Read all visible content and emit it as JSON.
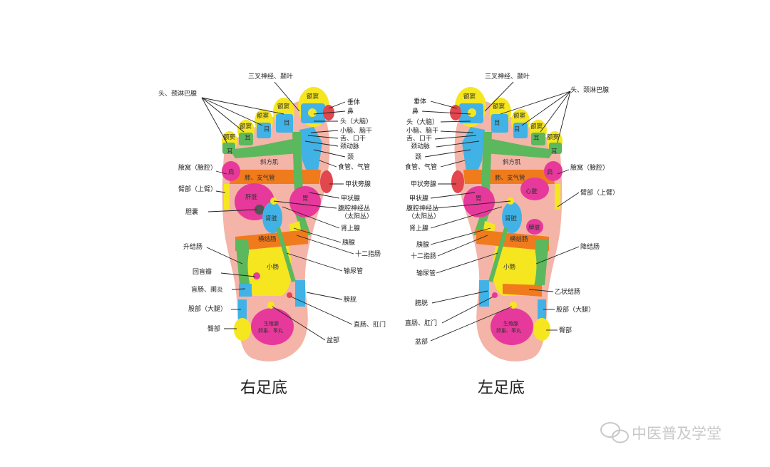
{
  "right_foot": {
    "caption": "右足底",
    "labels_left": {
      "head_lymph": "头、颈淋巴腺",
      "armpit": "腋窝（腋腔）",
      "upper_arm": "臂部（上臂）",
      "gallbladder": "胆囊",
      "ascending_colon": "升结肠",
      "ileocecal": "回盲瓣",
      "cecum": "盲肠、阑炎",
      "thigh": "股部（大腿）",
      "buttock": "臀部"
    },
    "labels_right": {
      "trigeminal": "三叉神经、颞叶",
      "pituitary": "垂体",
      "nose": "鼻",
      "head_brain": "头（大脑）",
      "cerebellum": "小脑、脑干",
      "tongue": "舌、口干",
      "carotid": "颈动脉",
      "neck": "颈",
      "esophagus": "食管、气管",
      "parathyroid": "甲状旁腺",
      "thyroid": "甲状腺",
      "celiac": "腹腔神经丛",
      "celiac_sub": "（太阳丛）",
      "adrenal": "肾上腺",
      "pancreas": "胰腺",
      "duodenum": "十二指肠",
      "ureter": "输尿管",
      "bladder": "膀胱",
      "rectum": "直肠、肛门",
      "pelvis": "盆部"
    },
    "zones": {
      "sinus": "额窦",
      "eye": "目",
      "ear": "耳",
      "trapezius": "斜方肌",
      "shoulder": "肩",
      "lung": "肺、支气管",
      "liver": "肝脏",
      "stomach": "胃",
      "kidney": "肾脏",
      "transverse": "横结肠",
      "small_int": "小肠",
      "gonad": "生殖腺",
      "gonad_sub": "卵巢、睾丸"
    }
  },
  "left_foot": {
    "caption": "左足底",
    "labels_left": {
      "trigeminal": "三叉神经、颞叶",
      "pituitary": "垂体",
      "nose": "鼻",
      "head_brain": "头（大脑）",
      "cerebellum": "小脑、脑干",
      "tongue": "舌、口干",
      "carotid": "颈动脉",
      "neck": "颈",
      "esophagus": "食管、气管",
      "parathyroid": "甲状旁腺",
      "thyroid": "甲状腺",
      "celiac": "腹腔神经丛",
      "celiac_sub": "（太阳丛）",
      "adrenal": "肾上腺",
      "pancreas": "胰腺",
      "duodenum": "十二指肠",
      "ureter": "输尿管",
      "bladder": "膀胱",
      "rectum": "直肠、肛门",
      "pelvis": "盆部"
    },
    "labels_right": {
      "head_lymph": "头、颈淋巴腺",
      "armpit": "腋窝（腋腔）",
      "upper_arm": "臂部（上臂）",
      "descending_colon": "降结肠",
      "sigmoid": "乙状结肠",
      "thigh": "股部（大腿）",
      "buttock": "臀部"
    },
    "zones": {
      "sinus": "额窦",
      "eye": "目",
      "ear": "耳",
      "trapezius": "斜方肌",
      "shoulder": "肩",
      "lung": "肺、支气管",
      "heart": "心脏",
      "stomach": "胃",
      "kidney": "肾脏",
      "spleen": "脾脏",
      "transverse": "横结肠",
      "small_int": "小肠",
      "gonad": "生殖腺",
      "gonad_sub": "卵巢、睾丸"
    }
  },
  "watermark": "中医普及学堂",
  "colors": {
    "skin": "#f4b4a8",
    "magenta": "#e7399b",
    "cyan": "#41b2e6",
    "yellow": "#f5e61f",
    "green": "#5cb85c",
    "orange": "#f07b1c",
    "red": "#e2474d"
  }
}
